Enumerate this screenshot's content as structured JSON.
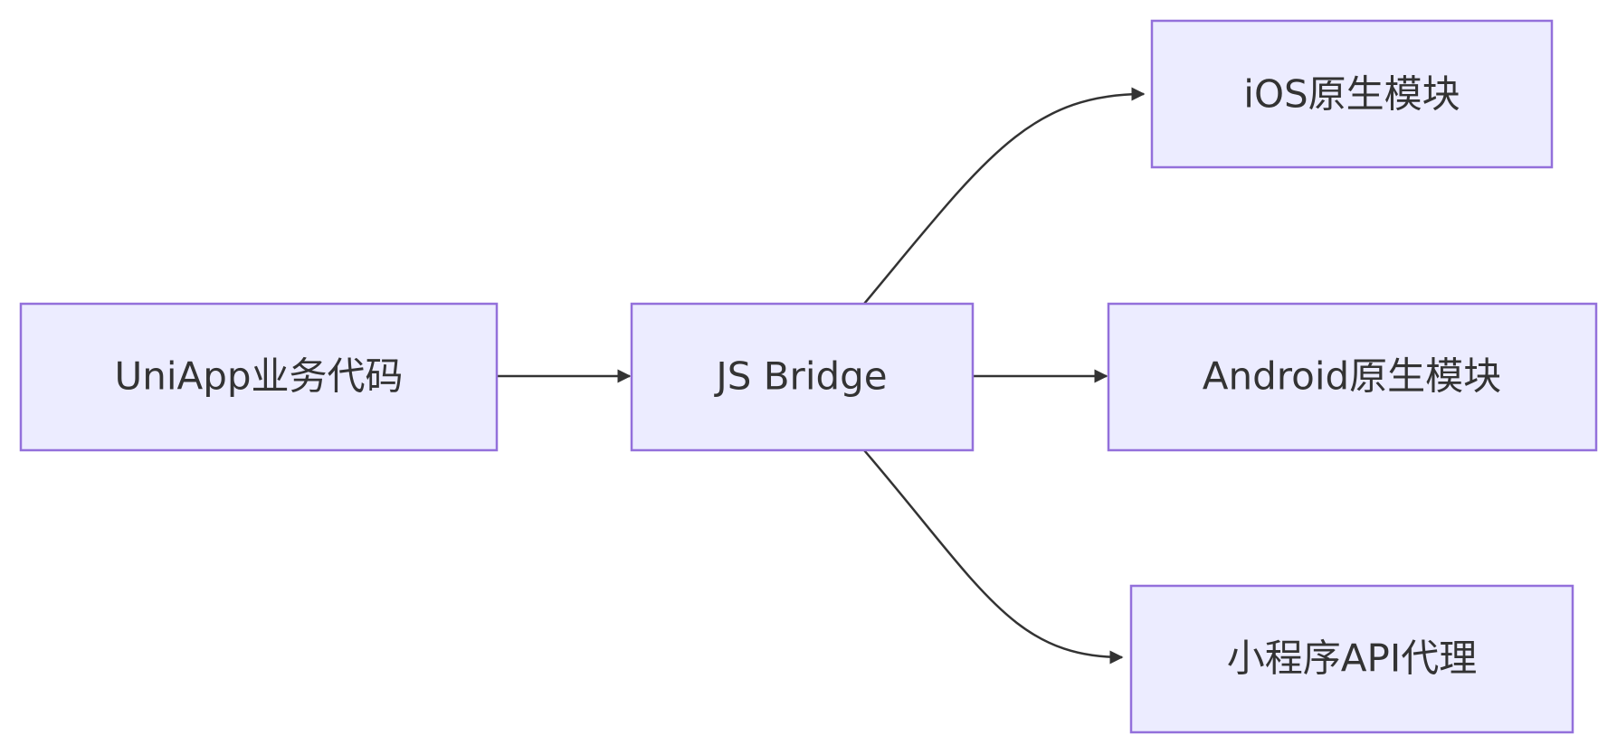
{
  "diagram": {
    "type": "flowchart",
    "direction": "left-to-right",
    "colors": {
      "node_fill": "#ececff",
      "node_border": "#9370db",
      "edge": "#333333",
      "text": "#333333"
    },
    "nodes": {
      "uniapp": {
        "label": "UniApp业务代码"
      },
      "bridge": {
        "label": "JS Bridge"
      },
      "ios": {
        "label": "iOS原生模块"
      },
      "android": {
        "label": "Android原生模块"
      },
      "miniprogram": {
        "label": "小程序API代理"
      }
    },
    "edges": [
      {
        "from": "uniapp",
        "to": "bridge"
      },
      {
        "from": "bridge",
        "to": "ios"
      },
      {
        "from": "bridge",
        "to": "android"
      },
      {
        "from": "bridge",
        "to": "miniprogram"
      }
    ]
  }
}
